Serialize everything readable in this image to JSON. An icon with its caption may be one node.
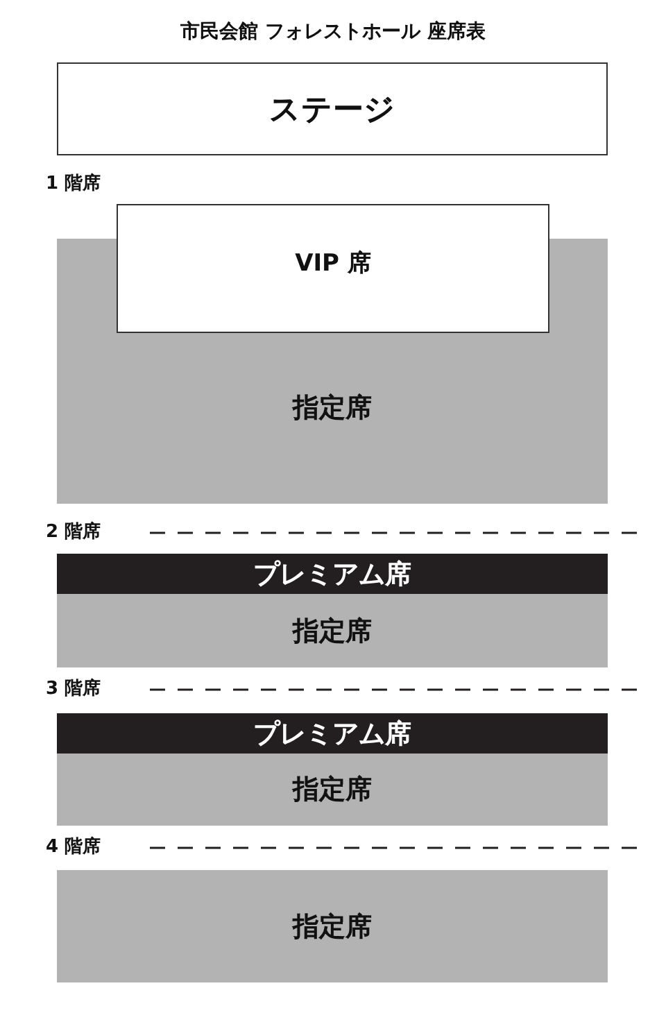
{
  "diagram": {
    "title": "市民会館 フォレストホール 座席表",
    "nodes": [
      {
        "text": [
          "ステージ"
        ]
      },
      {
        "text": [
          "VIP 席"
        ]
      },
      {
        "text": [
          "指定席"
        ]
      },
      {
        "text": [
          "プレミアム席"
        ]
      },
      {
        "text": [
          "指定席"
        ]
      },
      {
        "text": [
          "プレミアム席"
        ]
      },
      {
        "text": [
          "指定席"
        ]
      },
      {
        "text": [
          "指定席"
        ]
      }
    ],
    "labels": [
      "1 階席",
      "2 階席",
      "3 階席",
      "4 階席"
    ]
  }
}
